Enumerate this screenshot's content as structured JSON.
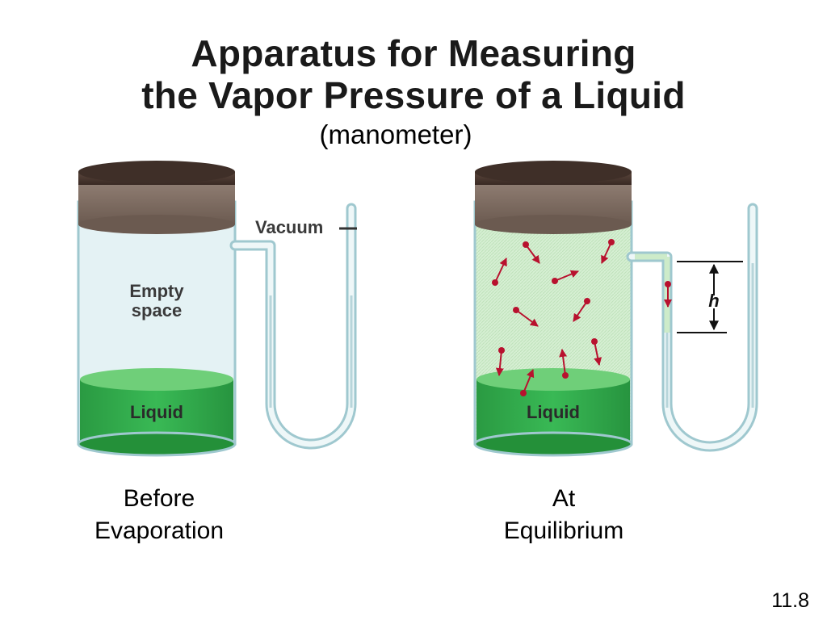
{
  "title": {
    "line1": "Apparatus for Measuring",
    "line2": "the Vapor Pressure of a Liquid",
    "subtitle": "(manometer)"
  },
  "left_apparatus": {
    "vacuum_label": "Vacuum",
    "space_label_line1": "Empty",
    "space_label_line2": "space",
    "liquid_label": "Liquid",
    "caption_line1": "Before",
    "caption_line2": "Evaporation"
  },
  "right_apparatus": {
    "height_label": "h",
    "liquid_label": "Liquid",
    "caption_line1": "At",
    "caption_line2": "Equilibrium"
  },
  "slide_number": "11.8",
  "colors": {
    "liquid": "#2fae4a",
    "liquid_top": "#6fcf79",
    "vapor_tint": "#cdebc9",
    "lid": "#4a3830",
    "lid_band": "#7c6a60",
    "glass": "#9fc8cf",
    "molecule": "#b8112e"
  }
}
